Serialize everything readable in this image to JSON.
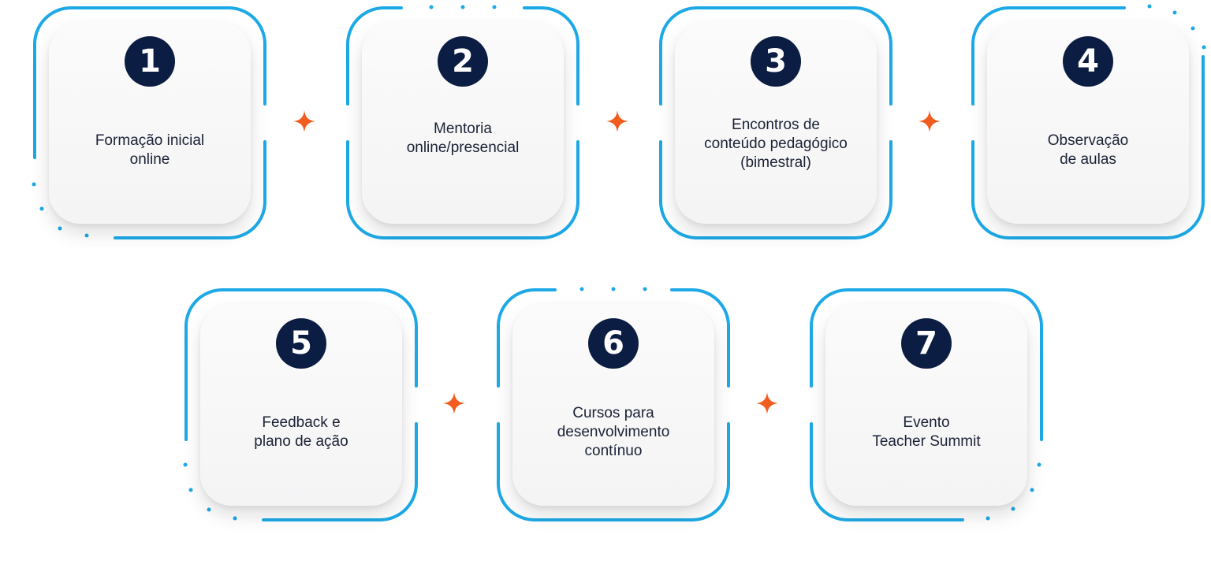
{
  "colors": {
    "frame": "#1da9e6",
    "badge": "#0c1d43",
    "connector_star": "#f25c1f",
    "label_text": "#1b2236"
  },
  "icons": {
    "connector": "four-point-star-icon"
  },
  "steps": [
    {
      "number": "1",
      "lines": [
        "Formação inicial",
        "online"
      ]
    },
    {
      "number": "2",
      "lines": [
        "Mentoria",
        "online/presencial"
      ]
    },
    {
      "number": "3",
      "lines": [
        "Encontros de",
        "conteúdo pedagógico",
        "(bimestral)"
      ]
    },
    {
      "number": "4",
      "lines": [
        "Observação",
        "de aulas"
      ]
    },
    {
      "number": "5",
      "lines": [
        "Feedback e",
        "plano de ação"
      ]
    },
    {
      "number": "6",
      "lines": [
        "Cursos para",
        "desenvolvimento",
        "contínuo"
      ]
    },
    {
      "number": "7",
      "lines": [
        "Evento",
        "Teacher Summit"
      ]
    }
  ]
}
